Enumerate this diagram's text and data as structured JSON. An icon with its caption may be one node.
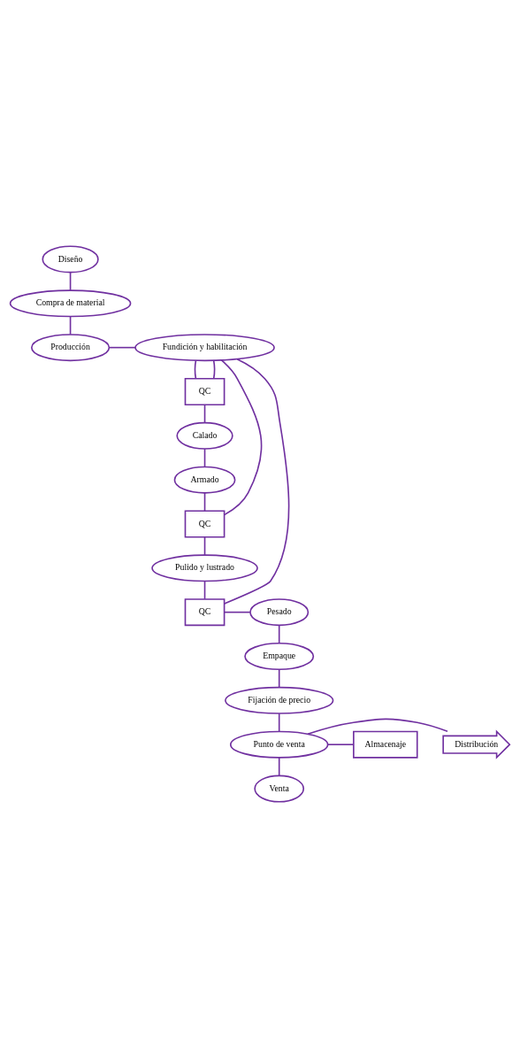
{
  "diagram": {
    "nodes": [
      {
        "text": [
          "Diseño"
        ]
      },
      {
        "text": [
          "Compra de material"
        ]
      },
      {
        "text": [
          "Producción"
        ]
      },
      {
        "text": [
          "Fundición y habilitación"
        ]
      },
      {
        "text": [
          "QC"
        ]
      },
      {
        "text": [
          "Calado"
        ]
      },
      {
        "text": [
          "Armado"
        ]
      },
      {
        "text": [
          "QC"
        ]
      },
      {
        "text": [
          "Pulido y lustrado"
        ]
      },
      {
        "text": [
          "QC"
        ]
      },
      {
        "text": [
          "Pesado"
        ]
      },
      {
        "text": [
          "Empaque"
        ]
      },
      {
        "text": [
          "Fijación de precio"
        ]
      },
      {
        "text": [
          "Punto de venta"
        ]
      },
      {
        "text": [
          "Distribución"
        ]
      },
      {
        "text": [
          "Almacenaje"
        ]
      },
      {
        "text": [
          "Venta"
        ]
      }
    ],
    "edges": [
      {
        "from": 0,
        "to": 1,
        "arrow": "none"
      },
      {
        "from": 1,
        "to": 2,
        "arrow": "none"
      },
      {
        "from": 2,
        "to": 3,
        "arrow": "none"
      },
      {
        "from": 3,
        "to": 4,
        "arrow": "none"
      },
      {
        "from": 4,
        "to": 5,
        "arrow": "none"
      },
      {
        "from": 5,
        "to": 6,
        "arrow": "none"
      },
      {
        "from": 6,
        "to": 7,
        "arrow": "none"
      },
      {
        "from": 7,
        "to": 8,
        "arrow": "none"
      },
      {
        "from": 8,
        "to": 9,
        "arrow": "none"
      },
      {
        "from": 9,
        "to": 10,
        "arrow": "none"
      },
      {
        "from": 10,
        "to": 11,
        "arrow": "none"
      },
      {
        "from": 11,
        "to": 12,
        "arrow": "none"
      },
      {
        "from": 12,
        "to": 13,
        "arrow": "none"
      },
      {
        "from": 13,
        "to": 14,
        "arrow": "none"
      },
      {
        "from": 13,
        "to": 15,
        "arrow": "none"
      },
      {
        "from": 13,
        "to": 16,
        "arrow": "none"
      },
      {
        "from": 4,
        "to": 3,
        "arrow": "none"
      },
      {
        "from": 7,
        "to": 3,
        "arrow": "none"
      },
      {
        "from": 9,
        "to": 3,
        "arrow": "none"
      }
    ]
  }
}
